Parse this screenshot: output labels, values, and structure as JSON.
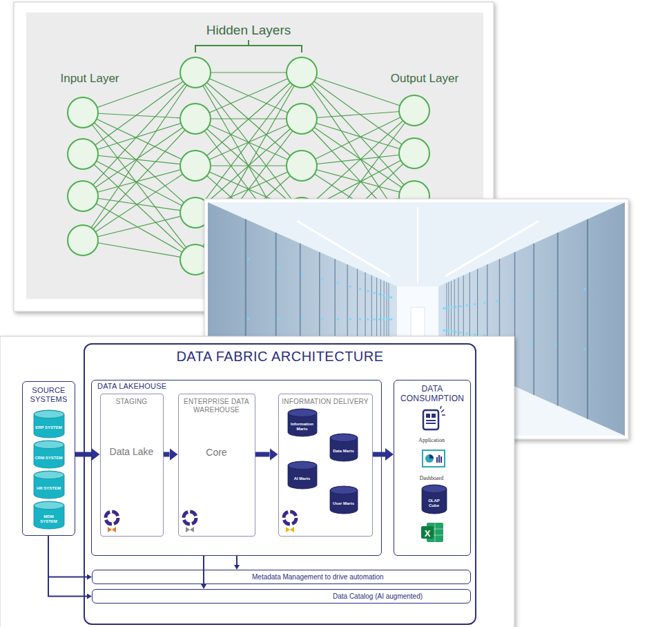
{
  "diagram": {
    "nodes": [
      {
        "text": [
          "SOURCE SYSTEMS"
        ]
      },
      {
        "text": [
          "ERP SYSTEM"
        ],
        "in": 0
      },
      {
        "text": [
          "CRM SYSTEM"
        ],
        "in": 0
      },
      {
        "text": [
          "HR SYSTEM"
        ],
        "in": 0
      },
      {
        "text": [
          "MDM SYSTEM"
        ],
        "in": 0
      },
      {
        "text": [
          "DATA FABRIC ARCHITECTURE"
        ]
      },
      {
        "text": [
          "DATA LAKEHOUSE"
        ],
        "in": 5
      },
      {
        "text": [
          "STAGING",
          "Data Lake"
        ],
        "in": 6
      },
      {
        "text": [
          "ENTERPRISE DATA WAREHOUSE",
          "Core"
        ],
        "in": 6
      },
      {
        "text": [
          "INFORMATION DELIVERY"
        ],
        "in": 6
      },
      {
        "text": [
          "Information Marts"
        ],
        "in": 9
      },
      {
        "text": [
          "Data Marts"
        ],
        "in": 9
      },
      {
        "text": [
          "AI Marts"
        ],
        "in": 9
      },
      {
        "text": [
          "User Marts"
        ],
        "in": 9
      },
      {
        "text": [
          "DATA CONSUMPTION"
        ],
        "in": 5
      },
      {
        "text": [
          "OLAP Cube"
        ],
        "in": 14
      },
      {
        "text": [
          "Metadata Management to drive automation"
        ],
        "in": 5
      },
      {
        "text": [
          "Data Catalog (AI augmented)"
        ],
        "in": 5
      }
    ],
    "edges": [
      {
        "from": 0,
        "to": 7,
        "arrow": "to"
      },
      {
        "from": 7,
        "to": 8,
        "arrow": "to"
      },
      {
        "from": 8,
        "to": 9,
        "arrow": "to"
      },
      {
        "from": 9,
        "to": 14,
        "arrow": "to"
      },
      {
        "from": 0,
        "to": 16,
        "arrow": "to"
      },
      {
        "from": 0,
        "to": 17,
        "arrow": "to"
      },
      {
        "from": 6,
        "to": 16,
        "arrow": "to"
      },
      {
        "from": 6,
        "to": 17,
        "arrow": "to"
      }
    ],
    "labels": [
      "Hidden Layers",
      "Input Layer",
      "Output Layer",
      "Application",
      "Dashboard",
      "X"
    ]
  }
}
